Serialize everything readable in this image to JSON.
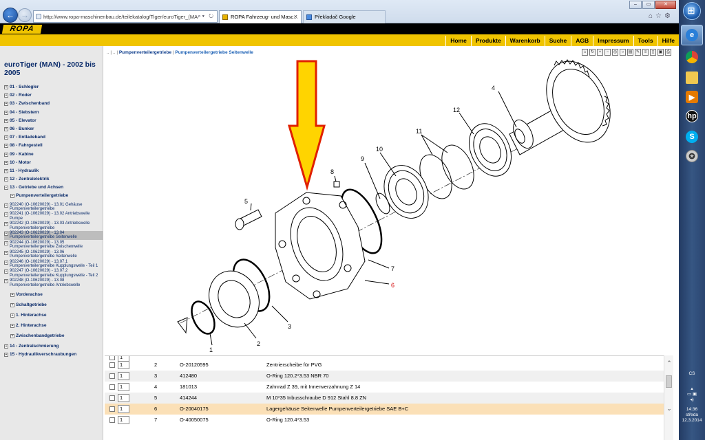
{
  "browser": {
    "url": "http://www.ropa-maschinenbau.de/teilekatalog/Tiger/euroTiger_(MA",
    "tabs": [
      {
        "label": "ROPA Fahrzeug- und Masc..."
      },
      {
        "label": "Překladač Google"
      }
    ]
  },
  "site": {
    "logo": "ROPA",
    "menu": [
      "Home",
      "Produkte",
      "Warenkorb",
      "Suche",
      "AGB",
      "Impressum",
      "Tools",
      "Hilfe"
    ]
  },
  "sidebar": {
    "title": "euroTiger (MAN) - 2002 bis 2005",
    "top_items": [
      "01 - Schlegler",
      "02 - Roder",
      "03 - Zwischenband",
      "04 - Siebstern",
      "05 - Elevator",
      "06 - Bunker",
      "07 - Entladeband",
      "08 - Fahrgestell",
      "09 - Kabine",
      "10 - Motor",
      "11 - Hydraulik",
      "12 - Zentralelektrik",
      "13 - Getriebe und Achsen"
    ],
    "open_group": "Pumpenverteilergetriebe",
    "leaves": [
      "902240 (O-10620029) - 13.01 Gehäuse Pumpenverteilergetriebe",
      "902241 (O-10620029) - 13.02 Antriebswelle Pumpe",
      "902242 (O-10620029) - 13.03 Antriebswelle Pumpenverteilergetriebe",
      "902243 (O-10620029) - 13.04 Pumpenverteilergetriebe Seitenwelle",
      "902244 (O-10620029) - 13.05 Pumpenverteilergetriebe Zwischenwelle",
      "902245 (O-10620029) - 13.06 Pumpenverteilergetriebe Seitenwelle",
      "902246 (O-10620029) - 13.07.1 Pumpenverteilergetriebe Kupplungswelle - Teil 1",
      "902247 (O-10620029) - 13.07.2 Pumpenverteilergetriebe Kupplungswelle - Teil 2",
      "902248 (O-10620029) - 13.08 Pumpenverteilergetriebe Antriebswelle"
    ],
    "selected_leaf_index": 3,
    "more_groups": [
      "Vorderachse",
      "Schaltgetriebe",
      "1. Hinterachse",
      "2. Hinterachse",
      "Zwischenbandgetriebe"
    ],
    "bottom_items": [
      "14 - Zentralschmierung",
      "15 - Hydraulikverschraubungen"
    ]
  },
  "breadcrumb": {
    "prefix": ".. | .. |",
    "parent": "Pumpenverteilergetriebe",
    "current": "Pumpenverteilergetriebe Seitenwelle"
  },
  "diagram_labels": [
    "1",
    "2",
    "3",
    "4",
    "5",
    "6",
    "7",
    "8",
    "9",
    "10",
    "11",
    "12"
  ],
  "parts_table": {
    "rows": [
      {
        "qty": "1",
        "pos": "",
        "number": "",
        "desc": ""
      },
      {
        "qty": "1",
        "pos": "2",
        "number": "O-20120595",
        "desc": "Zentrierscheibe für PVG"
      },
      {
        "qty": "1",
        "pos": "3",
        "number": "412480",
        "desc": "O-Ring 120.2*3.53 NBR 70"
      },
      {
        "qty": "1",
        "pos": "4",
        "number": "181013",
        "desc": "Zahnrad Z 39, mit Innenverzahnung Z 14"
      },
      {
        "qty": "1",
        "pos": "5",
        "number": "414244",
        "desc": "M 10*35 Inbusschraube D 912 Stahl 8.8 ZN"
      },
      {
        "qty": "1",
        "pos": "6",
        "number": "O-20040175",
        "desc": "Lagergehäuse Seitenwelle Pumpenverteilergetriebe SAE B+C"
      },
      {
        "qty": "1",
        "pos": "7",
        "number": "O-40050075",
        "desc": "O-Ring 120.4*3.53"
      }
    ],
    "highlighted_row": 5
  },
  "tray": {
    "lang": "CS",
    "time": "14:36",
    "day": "středa",
    "date": "12.3.2014"
  },
  "colors": {
    "accent_yellow": "#f0c400",
    "highlight": "#fbe0b7",
    "arrow_fill": "#ffd400",
    "arrow_stroke": "#e02000"
  }
}
